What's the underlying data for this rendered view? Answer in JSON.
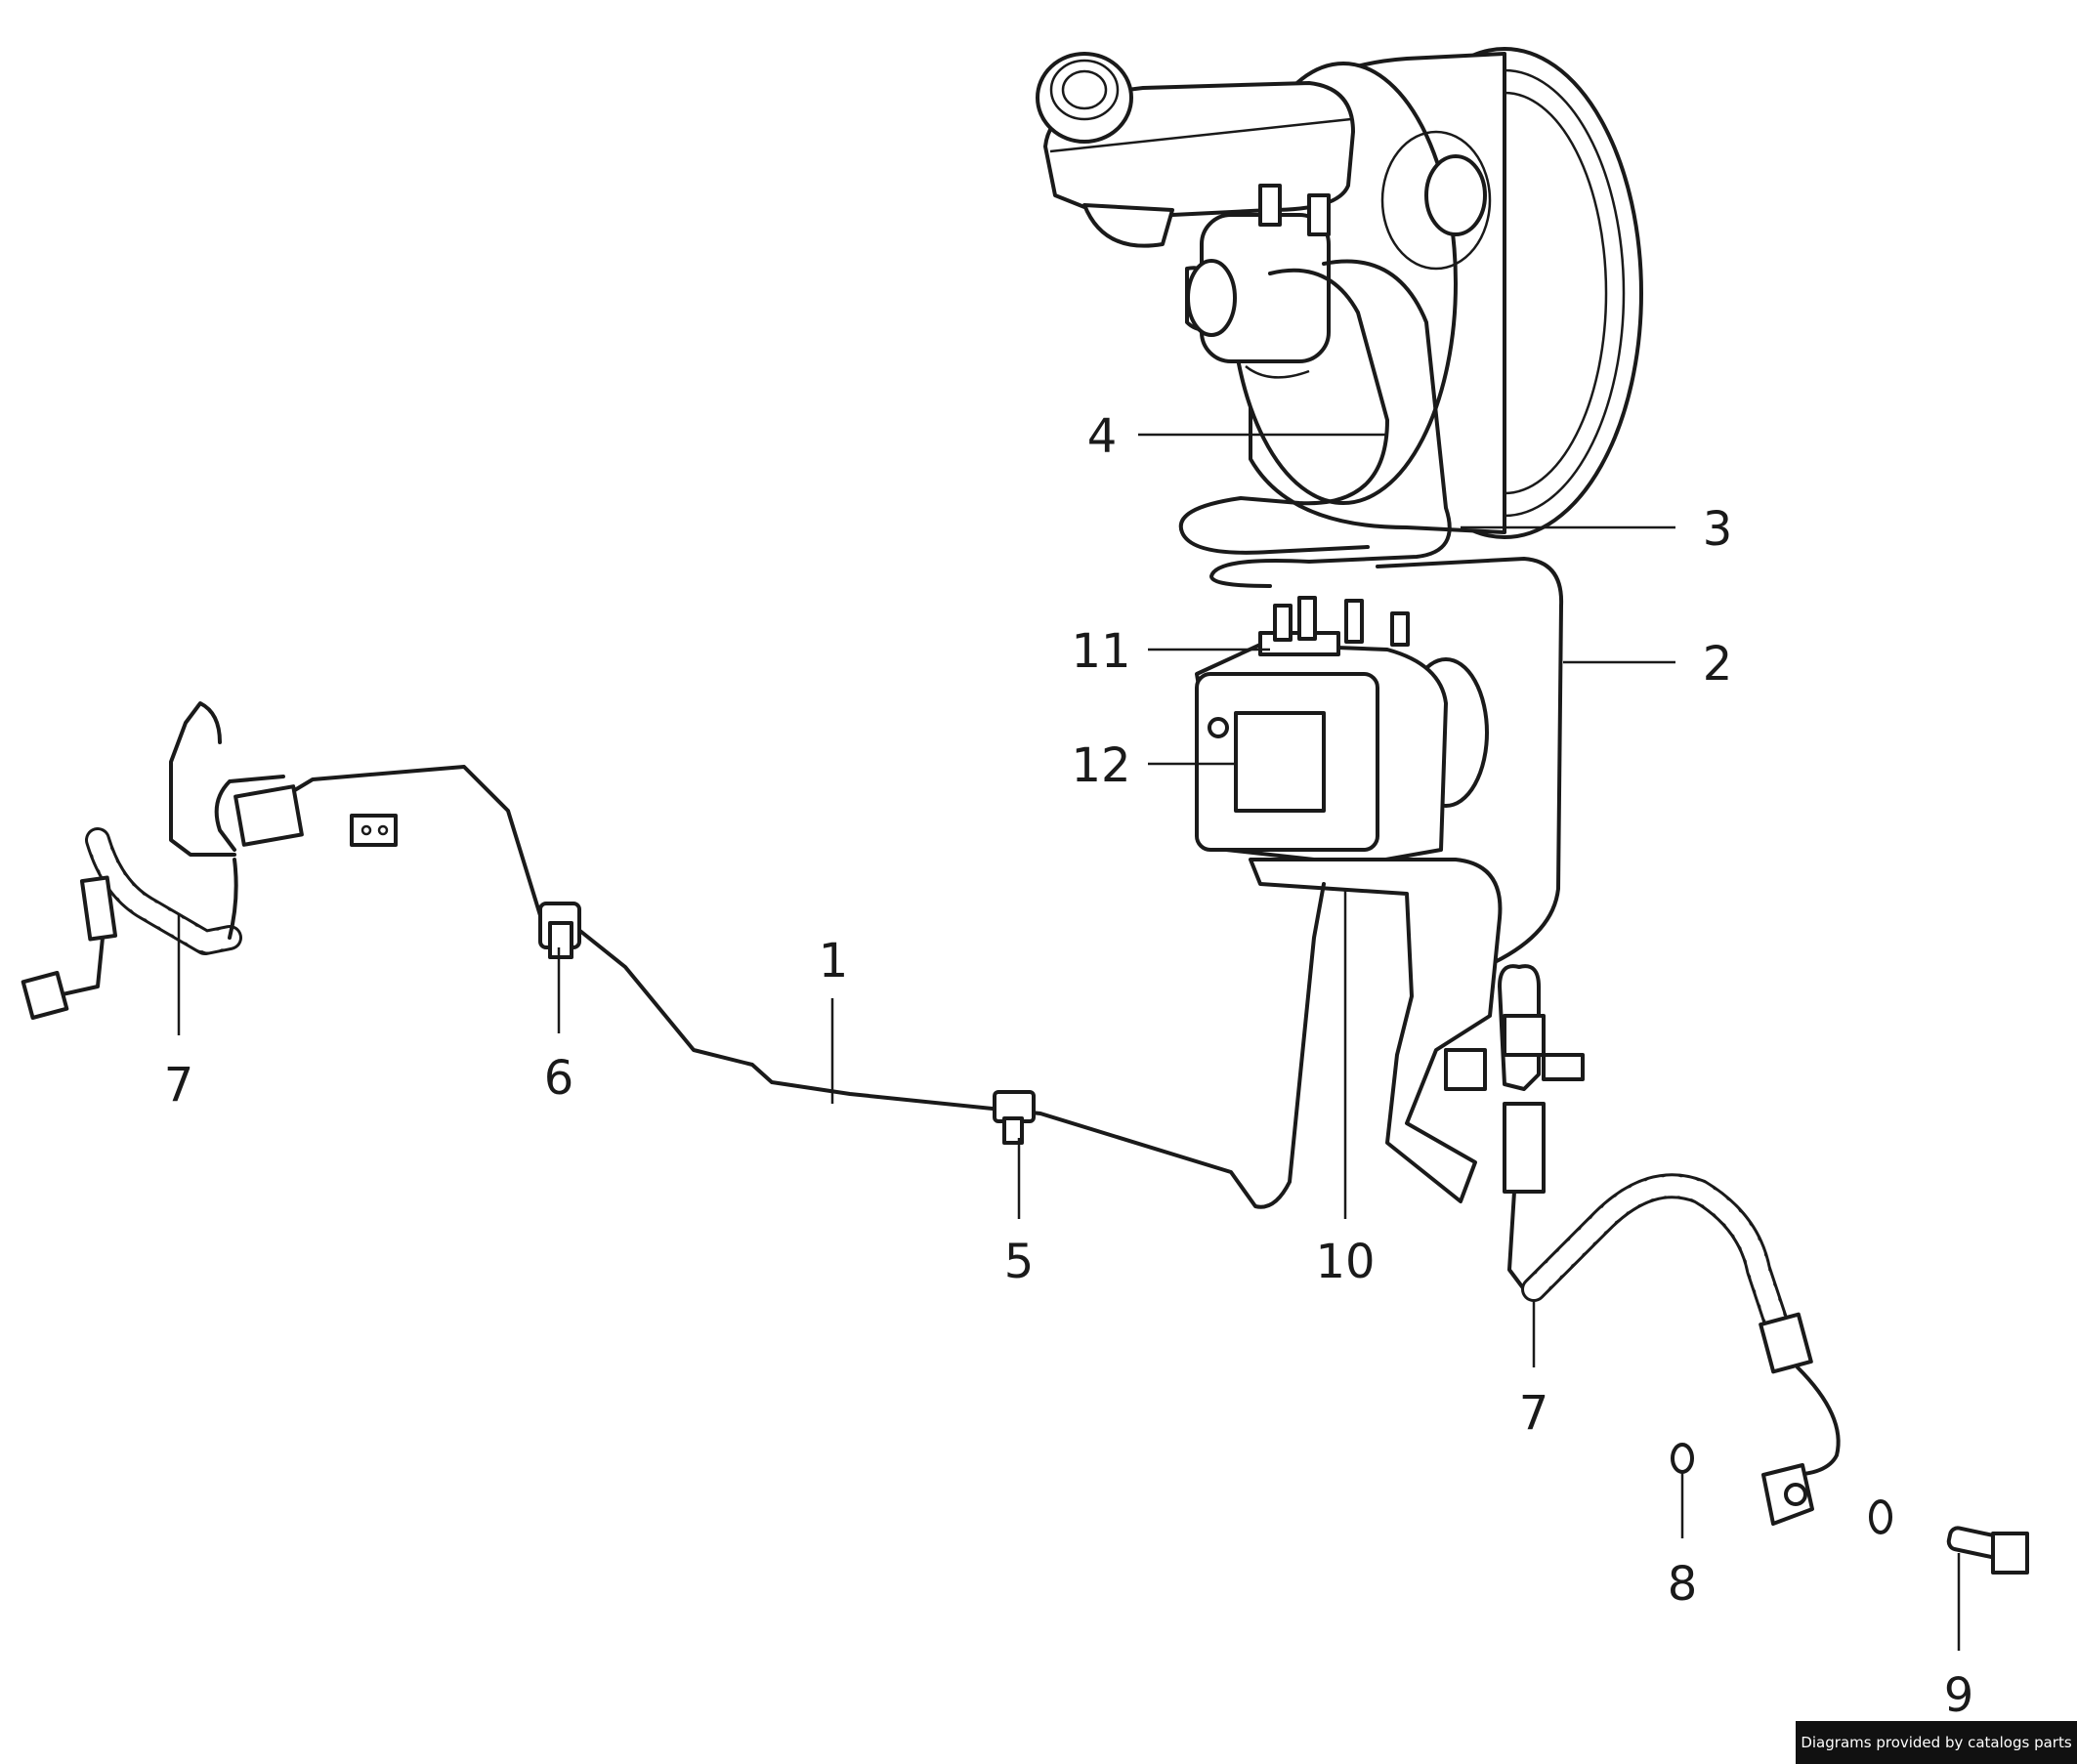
{
  "callouts": [
    {
      "id": "1",
      "label": "1"
    },
    {
      "id": "2",
      "label": "2"
    },
    {
      "id": "3",
      "label": "3"
    },
    {
      "id": "4",
      "label": "4"
    },
    {
      "id": "5",
      "label": "5"
    },
    {
      "id": "6",
      "label": "6"
    },
    {
      "id": "7a",
      "label": "7"
    },
    {
      "id": "7b",
      "label": "7"
    },
    {
      "id": "8",
      "label": "8"
    },
    {
      "id": "9",
      "label": "9"
    },
    {
      "id": "10",
      "label": "10"
    },
    {
      "id": "11",
      "label": "11"
    },
    {
      "id": "12",
      "label": "12"
    }
  ],
  "credit": "Diagrams provided by catalogs parts"
}
